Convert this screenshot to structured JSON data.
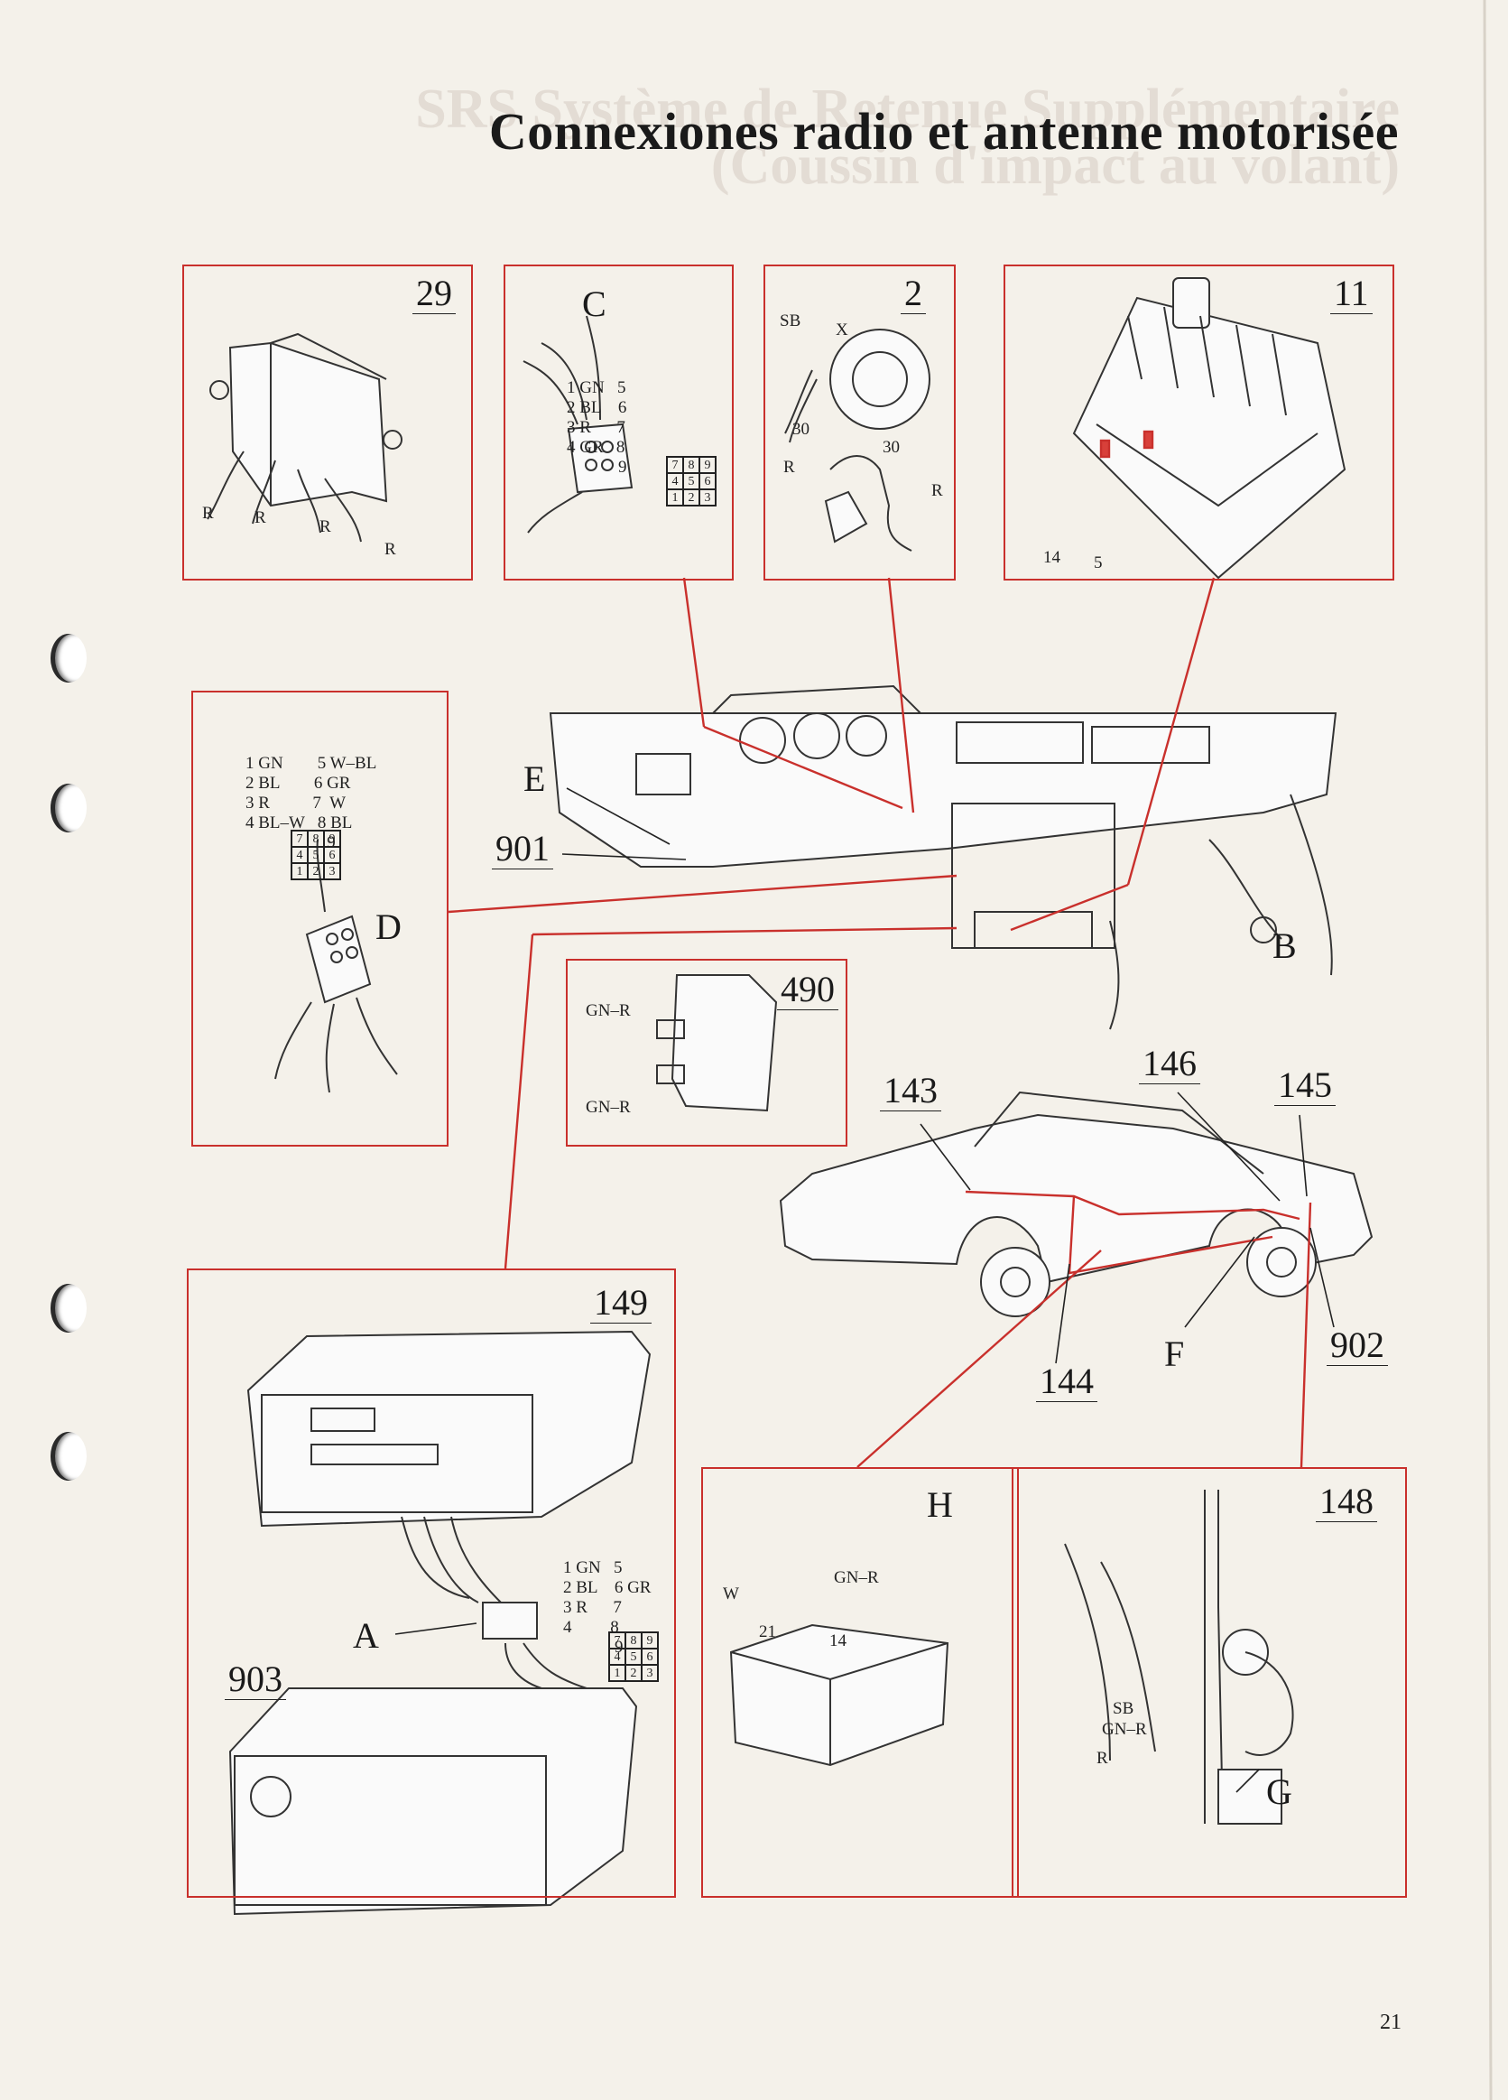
{
  "page": {
    "title": "Connexiones radio et antenne motorisée",
    "page_number": "21"
  },
  "ghost_text": {
    "line1": "SRS Système de Retenue Supplémentaire",
    "line2": "(Coussin d'impact au volant)"
  },
  "colors": {
    "accent_red": "#c9302c",
    "ink": "#1a1a1a",
    "paper": "#f4f1ea"
  },
  "boxes": {
    "b29": {
      "label": "29",
      "r_labels": [
        "R",
        "R",
        "R",
        "R"
      ]
    },
    "bC": {
      "label": "C",
      "pins": [
        "1 GN   5",
        "2 BL    6",
        "3 R      7",
        "4 GR   8",
        "            9"
      ],
      "grid": [
        "7",
        "8",
        "9",
        "4",
        "5",
        "6",
        "1",
        "2",
        "3"
      ]
    },
    "b2": {
      "label": "2",
      "sb": "SB",
      "x": "X",
      "n30a": "30",
      "n30b": "30",
      "r1": "R",
      "r2": "R"
    },
    "b11": {
      "label": "11",
      "n14": "14",
      "n5": "5"
    },
    "bD": {
      "label": "D",
      "pins": [
        "1 GN        5 W–BL",
        "2 BL        6 GR",
        "3 R          7  W",
        "4 BL–W   8 BL",
        "                   9"
      ],
      "grid": [
        "7",
        "8",
        "9",
        "4",
        "5",
        "6",
        "1",
        "2",
        "3"
      ]
    },
    "b490": {
      "label": "490",
      "gnr1": "GN–R",
      "gnr2": "GN–R"
    },
    "b149": {
      "label": "149",
      "sub": "903",
      "a": "A",
      "pins": [
        "1 GN   5",
        "2 BL    6 GR",
        "3 R      7",
        "4         8",
        "            9"
      ],
      "grid": [
        "7",
        "8",
        "9",
        "4",
        "5",
        "6",
        "1",
        "2",
        "3"
      ]
    },
    "bH": {
      "label": "H",
      "w": "W",
      "gnr": "GN–R",
      "n21": "21",
      "n14": "14"
    },
    "b148": {
      "label": "148",
      "g": "G",
      "sb": "SB",
      "gnr": "GN–R",
      "r": "R"
    }
  },
  "callouts": {
    "E": "E",
    "n901": "901",
    "B": "B",
    "n143": "143",
    "n146": "146",
    "n145": "145",
    "n144": "144",
    "F": "F",
    "n902": "902"
  }
}
